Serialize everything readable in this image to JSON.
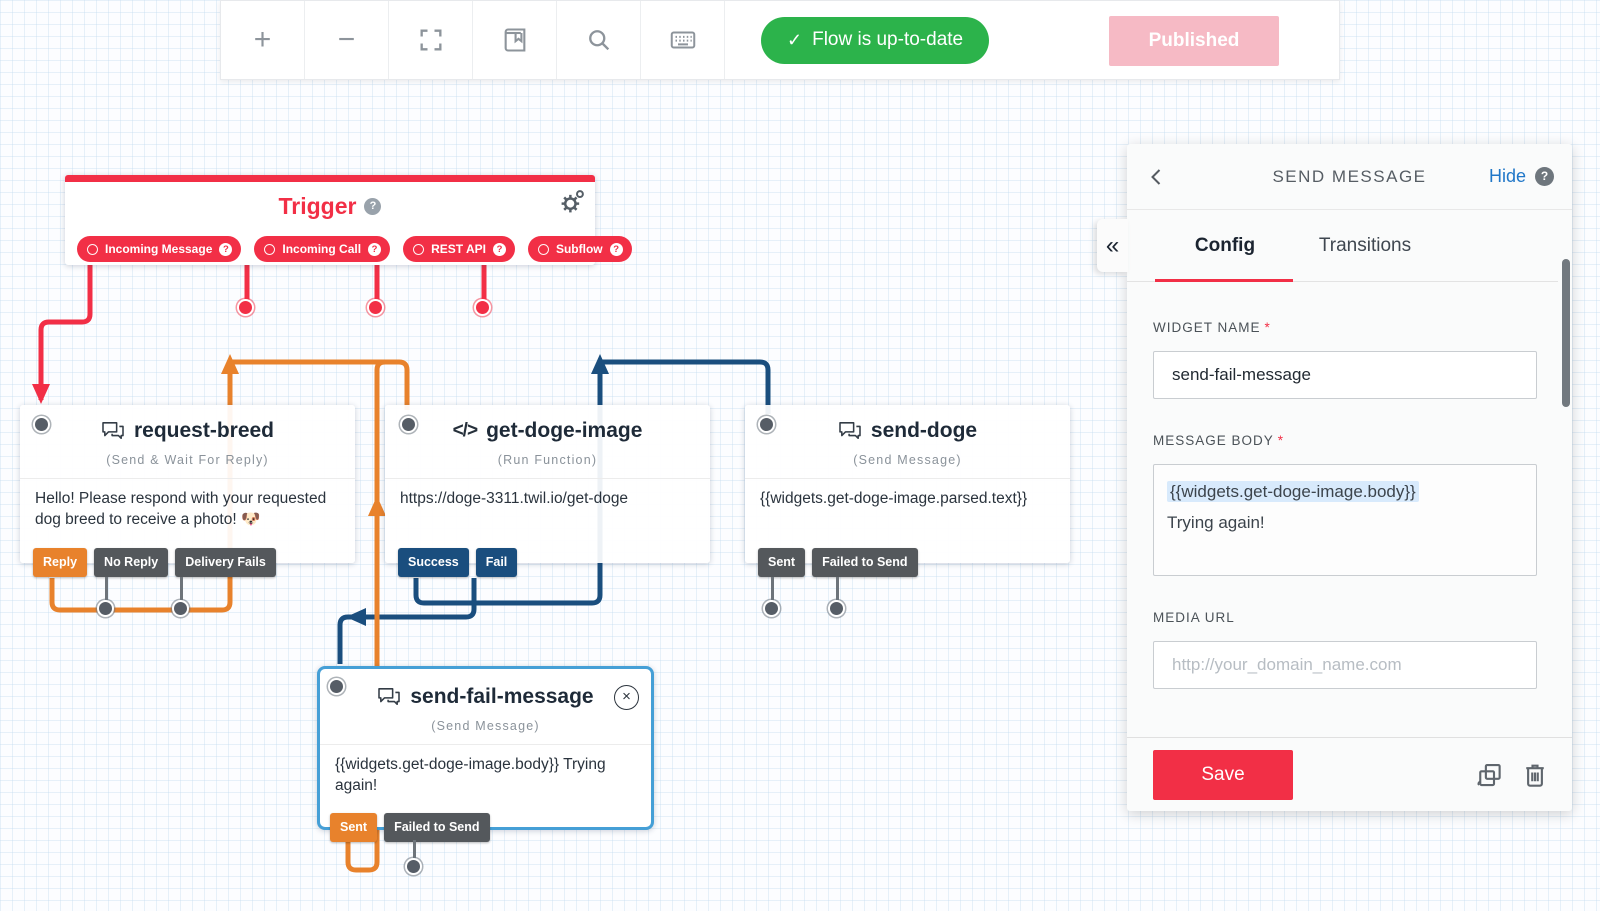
{
  "colors": {
    "accent_red": "#f22f46",
    "orange": "#e8822c",
    "navy": "#1a4e7e",
    "tag_gray": "#54585c",
    "status_green": "#2cb34b",
    "publish_pink": "#f6bac5",
    "selection_blue": "#459fd6",
    "link_blue": "#2077c8"
  },
  "icons": {
    "plus_glyph": "+",
    "minus_glyph": "−",
    "check_glyph": "✓",
    "help_glyph": "?",
    "close_glyph": "×",
    "collapse_glyph": "«",
    "code_glyph": "</>",
    "required_glyph": "*"
  },
  "toolbar": {
    "status_label": "Flow is up-to-date",
    "publish_label": "Published"
  },
  "trigger": {
    "title": "Trigger",
    "pills": [
      {
        "label": "Incoming Message"
      },
      {
        "label": "Incoming Call"
      },
      {
        "label": "REST API"
      },
      {
        "label": "Subflow"
      }
    ]
  },
  "widgets": [
    {
      "title": "request-breed",
      "type": "(Send & Wait For Reply)",
      "body": "Hello! Please respond with your requested dog breed to receive a photo! 🐶",
      "tags": [
        "Reply",
        "No Reply",
        "Delivery Fails"
      ]
    },
    {
      "title": "get-doge-image",
      "type": "(Run Function)",
      "body": "https://doge-3311.twil.io/get-doge",
      "tags": [
        "Success",
        "Fail"
      ]
    },
    {
      "title": "send-doge",
      "type": "(Send Message)",
      "body": "{{widgets.get-doge-image.parsed.text}}",
      "tags": [
        "Sent",
        "Failed to Send"
      ]
    },
    {
      "title": "send-fail-message",
      "type": "(Send Message)",
      "body": "{{widgets.get-doge-image.body}} Trying again!",
      "tags": [
        "Sent",
        "Failed to Send"
      ]
    }
  ],
  "panel": {
    "header_title": "SEND MESSAGE",
    "hide_label": "Hide",
    "tab_config": "Config",
    "tab_transitions": "Transitions",
    "widget_name_label": "WIDGET NAME",
    "widget_name_value": "send-fail-message",
    "message_body_label": "MESSAGE BODY",
    "message_body_highlight": "{{widgets.get-doge-image.body}}",
    "message_body_rest": "Trying again!",
    "media_url_label": "MEDIA URL",
    "media_url_placeholder": "http://your_domain_name.com",
    "save_label": "Save"
  }
}
